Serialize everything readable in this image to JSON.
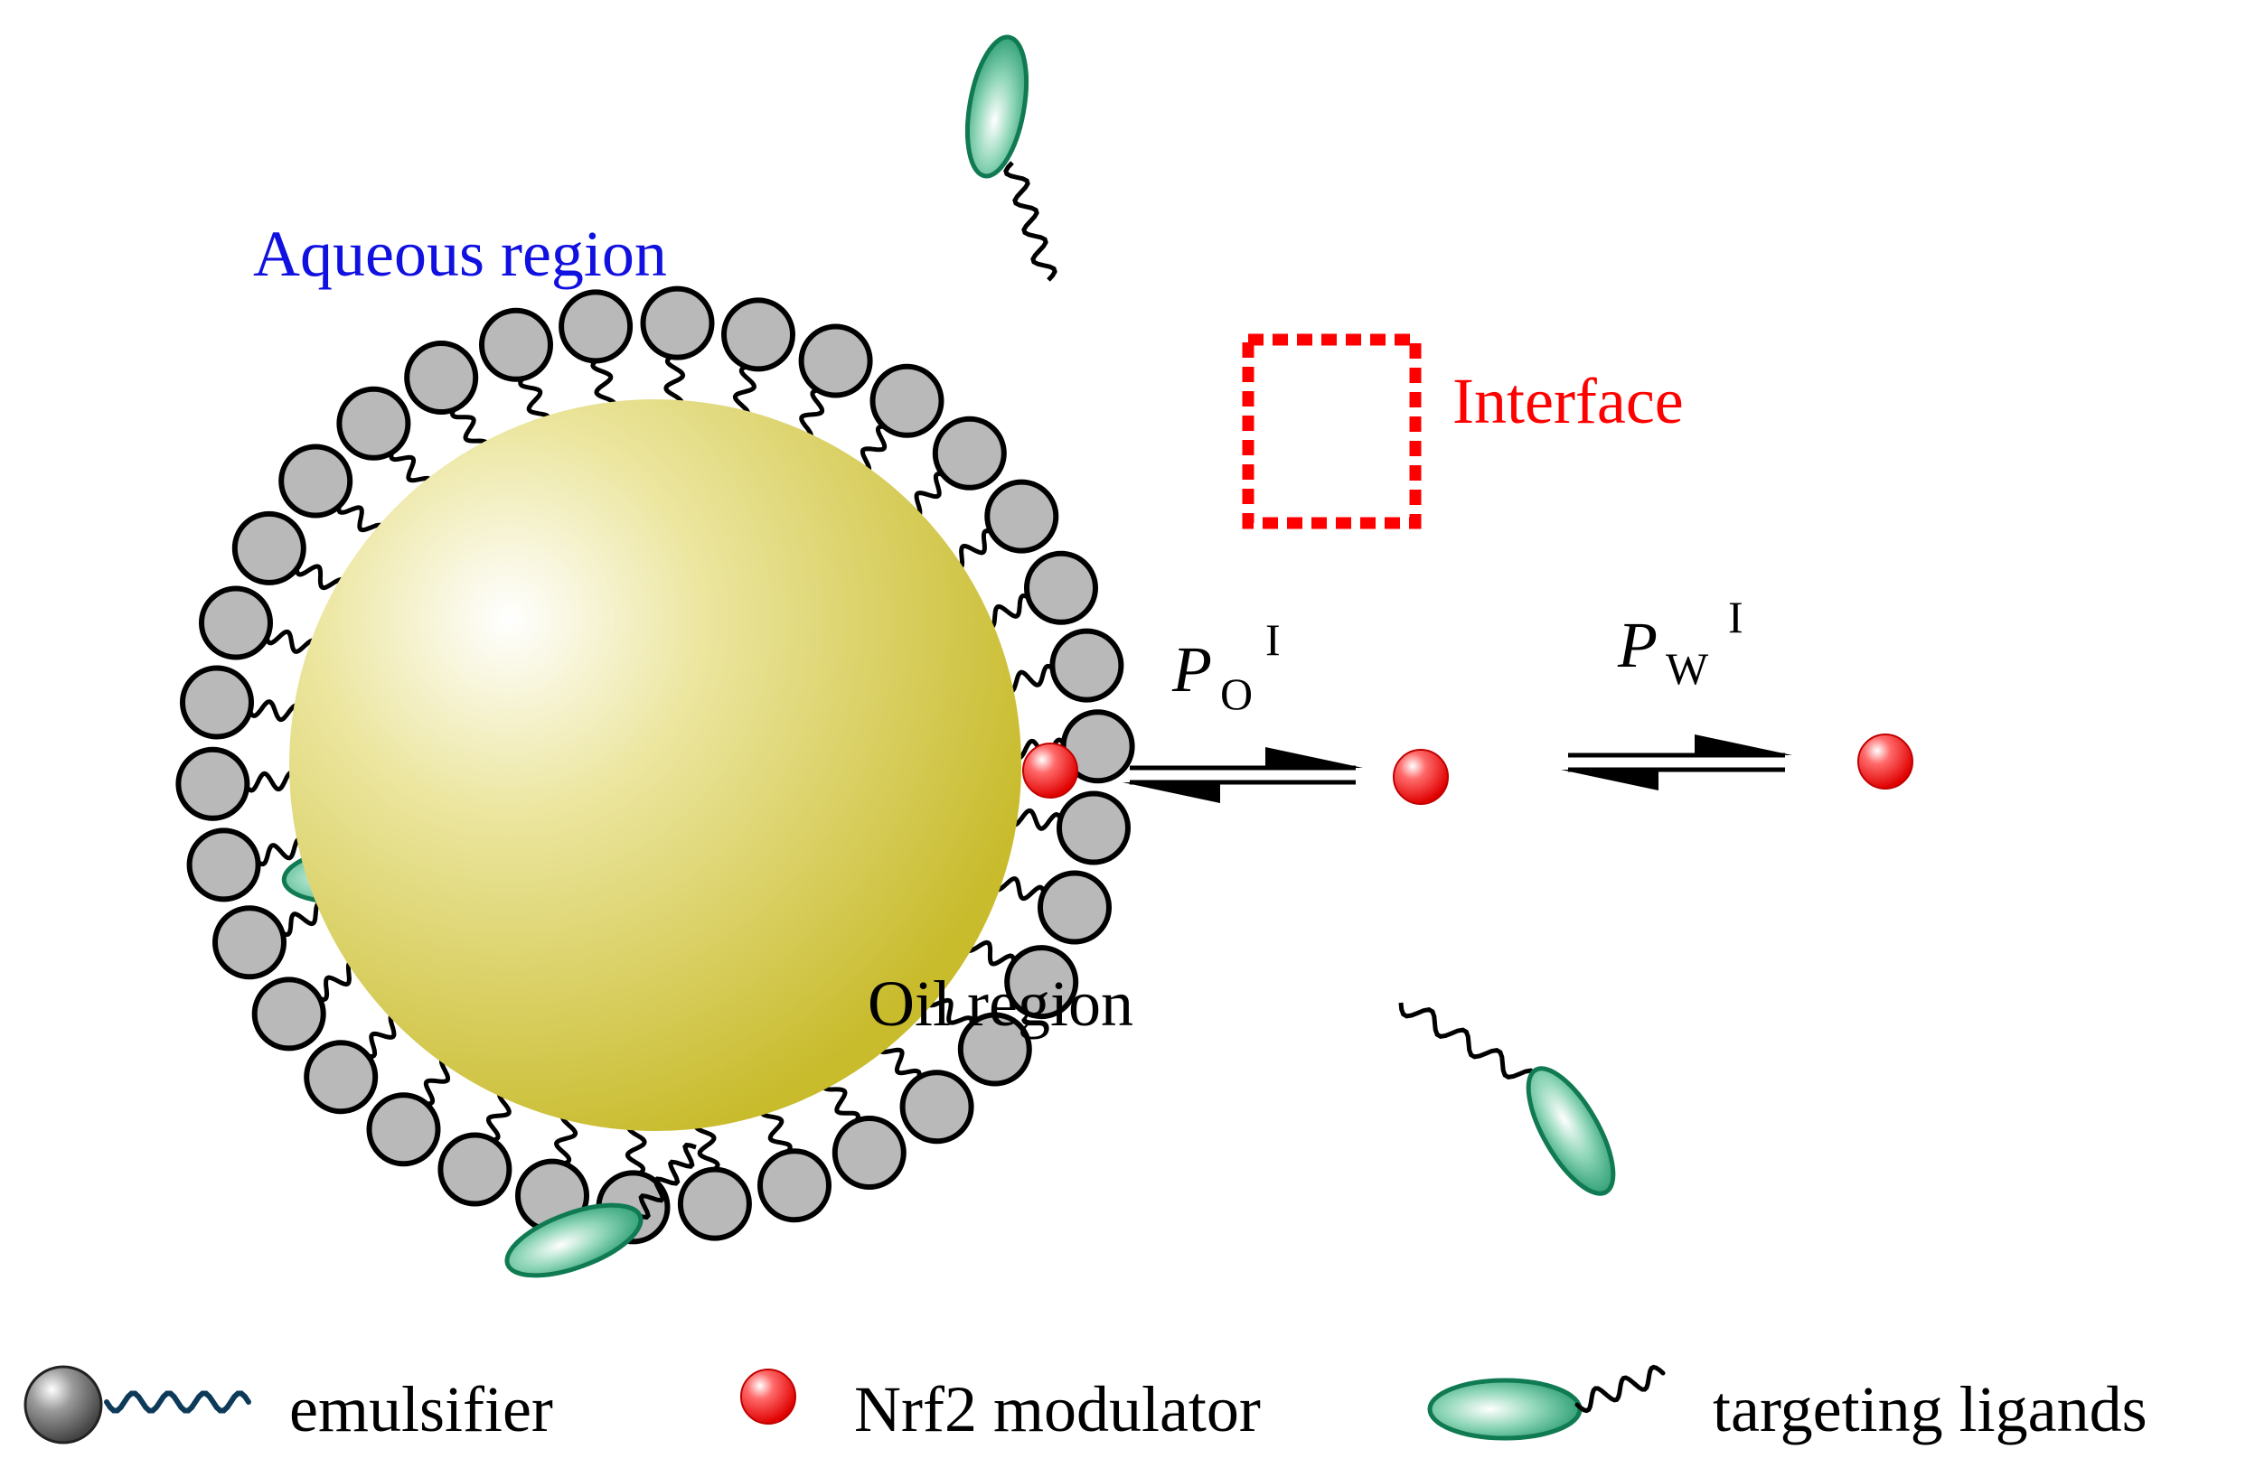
{
  "labels": {
    "aqueous_region": "Aqueous region",
    "interface": "Interface",
    "oil_region": "Oil region",
    "p_o": {
      "symbol": "P",
      "subscript": "O",
      "superscript": "I"
    },
    "p_w": {
      "symbol": "P",
      "subscript": "W",
      "superscript": "I"
    }
  },
  "legend": {
    "emulsifier": "emulsifier",
    "nrf2_modulator": "Nrf2 modulator",
    "targeting_ligands": "targeting ligands"
  },
  "colors": {
    "aqueous_text": "#1010e0",
    "interface_text": "#ff0000",
    "interface_box": "#ff0000",
    "emulsifier_head": "#b9b9b9",
    "oil_core": "#cfc23a",
    "oil_core_highlight": "#ffffff",
    "modulator": "#ff1a1a",
    "ligand": "#1a9a6a",
    "legend_tail": "#0e3a5a"
  },
  "emulsifier_count": 34,
  "ligand_count": 4,
  "nrf2_particle_count": 3
}
